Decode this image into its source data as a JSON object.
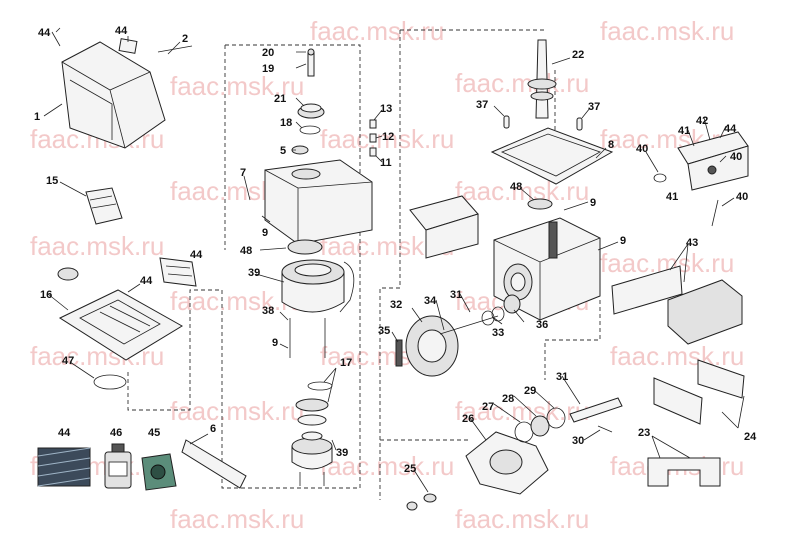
{
  "watermark": "faac.msk.ru",
  "labels": {
    "l1": "1",
    "l2": "2",
    "l5": "5",
    "l6": "6",
    "l8": "8",
    "l9a": "9",
    "l9b": "9",
    "l9c": "9",
    "l9d": "9",
    "l11": "11",
    "l12": "12",
    "l13": "13",
    "l15": "15",
    "l16": "16",
    "l17": "17",
    "l18": "18",
    "l19": "19",
    "l20": "20",
    "l21": "21",
    "l22": "22",
    "l23": "23",
    "l24": "24",
    "l25": "25",
    "l26": "26",
    "l27": "27",
    "l28": "28",
    "l29": "29",
    "l30": "30",
    "l31a": "31",
    "l31b": "31",
    "l32": "32",
    "l33": "33",
    "l34": "34",
    "l35": "35",
    "l36": "36",
    "l37a": "37",
    "l37b": "37",
    "l38": "38",
    "l39a": "39",
    "l39b": "39",
    "l40a": "40",
    "l40b": "40",
    "l40c": "40",
    "l41a": "41",
    "l41b": "41",
    "l42": "42",
    "l43": "43",
    "l44a": "44",
    "l44b": "44",
    "l44c": "44",
    "l44d": "44",
    "l44e": "44",
    "l44f": "44",
    "l45": "45",
    "l46": "46",
    "l47": "47",
    "l48a": "48",
    "l48b": "48"
  }
}
